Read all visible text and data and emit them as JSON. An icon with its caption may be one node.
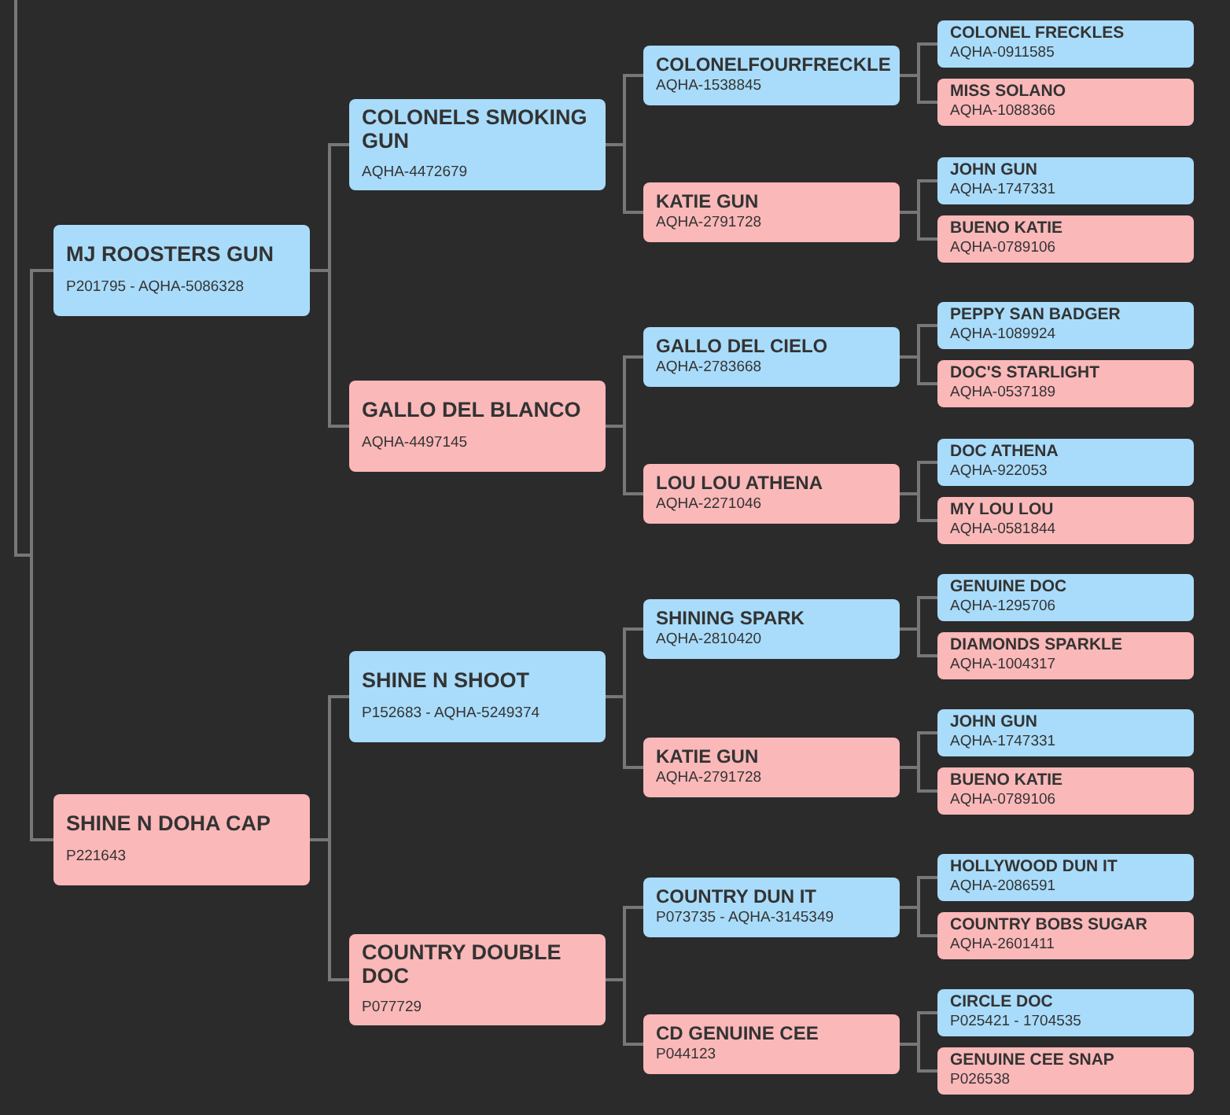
{
  "diagram": {
    "nodes": [
      {
        "text": [
          "MJ ROOSTERS GUN",
          "P201795 - AQHA-5086328"
        ]
      },
      {
        "text": [
          "COLONELS SMOKING GUN",
          "AQHA-4472679"
        ]
      },
      {
        "text": [
          "COLONELFOURFRECKLE",
          "AQHA-1538845"
        ]
      },
      {
        "text": [
          "COLONEL FRECKLES",
          "AQHA-0911585"
        ]
      },
      {
        "text": [
          "MISS SOLANO",
          "AQHA-1088366"
        ]
      },
      {
        "text": [
          "KATIE GUN",
          "AQHA-2791728"
        ]
      },
      {
        "text": [
          "JOHN GUN",
          "AQHA-1747331"
        ]
      },
      {
        "text": [
          "BUENO KATIE",
          "AQHA-0789106"
        ]
      },
      {
        "text": [
          "GALLO DEL BLANCO",
          "AQHA-4497145"
        ]
      },
      {
        "text": [
          "GALLO DEL CIELO",
          "AQHA-2783668"
        ]
      },
      {
        "text": [
          "PEPPY SAN BADGER",
          "AQHA-1089924"
        ]
      },
      {
        "text": [
          "DOC'S STARLIGHT",
          "AQHA-0537189"
        ]
      },
      {
        "text": [
          "LOU LOU ATHENA",
          "AQHA-2271046"
        ]
      },
      {
        "text": [
          "DOC ATHENA",
          "AQHA-922053"
        ]
      },
      {
        "text": [
          "MY LOU LOU",
          "AQHA-0581844"
        ]
      },
      {
        "text": [
          "SHINE N DOHA CAP",
          "P221643"
        ]
      },
      {
        "text": [
          "SHINE N SHOOT",
          "P152683 - AQHA-5249374"
        ]
      },
      {
        "text": [
          "SHINING SPARK",
          "AQHA-2810420"
        ]
      },
      {
        "text": [
          "GENUINE DOC",
          "AQHA-1295706"
        ]
      },
      {
        "text": [
          "DIAMONDS SPARKLE",
          "AQHA-1004317"
        ]
      },
      {
        "text": [
          "KATIE GUN",
          "AQHA-2791728"
        ]
      },
      {
        "text": [
          "JOHN GUN",
          "AQHA-1747331"
        ]
      },
      {
        "text": [
          "BUENO KATIE",
          "AQHA-0789106"
        ]
      },
      {
        "text": [
          "COUNTRY DOUBLE DOC",
          "P077729"
        ]
      },
      {
        "text": [
          "COUNTRY DUN IT",
          "P073735 - AQHA-3145349"
        ]
      },
      {
        "text": [
          "HOLLYWOOD DUN IT",
          "AQHA-2086591"
        ]
      },
      {
        "text": [
          "COUNTRY BOBS SUGAR",
          "AQHA-2601411"
        ]
      },
      {
        "text": [
          "CD GENUINE CEE",
          "P044123"
        ]
      },
      {
        "text": [
          "CIRCLE DOC",
          "P025421 - 1704535"
        ]
      },
      {
        "text": [
          "GENUINE CEE SNAP",
          "P026538"
        ]
      }
    ],
    "edges": [
      {
        "from": null,
        "to": 0,
        "arrow": "none"
      },
      {
        "from": null,
        "to": 15,
        "arrow": "none"
      },
      {
        "from": 0,
        "to": 1,
        "arrow": "none"
      },
      {
        "from": 0,
        "to": 8,
        "arrow": "none"
      },
      {
        "from": 1,
        "to": 2,
        "arrow": "none"
      },
      {
        "from": 1,
        "to": 5,
        "arrow": "none"
      },
      {
        "from": 2,
        "to": 3,
        "arrow": "none"
      },
      {
        "from": 2,
        "to": 4,
        "arrow": "none"
      },
      {
        "from": 5,
        "to": 6,
        "arrow": "none"
      },
      {
        "from": 5,
        "to": 7,
        "arrow": "none"
      },
      {
        "from": 8,
        "to": 9,
        "arrow": "none"
      },
      {
        "from": 8,
        "to": 12,
        "arrow": "none"
      },
      {
        "from": 9,
        "to": 10,
        "arrow": "none"
      },
      {
        "from": 9,
        "to": 11,
        "arrow": "none"
      },
      {
        "from": 12,
        "to": 13,
        "arrow": "none"
      },
      {
        "from": 12,
        "to": 14,
        "arrow": "none"
      },
      {
        "from": 15,
        "to": 16,
        "arrow": "none"
      },
      {
        "from": 15,
        "to": 23,
        "arrow": "none"
      },
      {
        "from": 16,
        "to": 17,
        "arrow": "none"
      },
      {
        "from": 16,
        "to": 20,
        "arrow": "none"
      },
      {
        "from": 17,
        "to": 18,
        "arrow": "none"
      },
      {
        "from": 17,
        "to": 19,
        "arrow": "none"
      },
      {
        "from": 20,
        "to": 21,
        "arrow": "none"
      },
      {
        "from": 20,
        "to": 22,
        "arrow": "none"
      },
      {
        "from": 23,
        "to": 24,
        "arrow": "none"
      },
      {
        "from": 23,
        "to": 27,
        "arrow": "none"
      },
      {
        "from": 24,
        "to": 25,
        "arrow": "none"
      },
      {
        "from": 24,
        "to": 26,
        "arrow": "none"
      },
      {
        "from": 27,
        "to": 28,
        "arrow": "none"
      },
      {
        "from": 27,
        "to": 29,
        "arrow": "none"
      }
    ]
  }
}
